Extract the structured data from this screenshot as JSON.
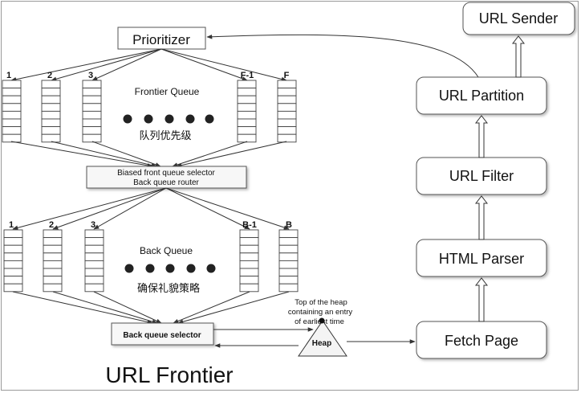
{
  "prioritizer": {
    "label": "Prioritizer"
  },
  "frontier_queues": {
    "labels": [
      "1",
      "2",
      "3",
      "F-1",
      "F"
    ],
    "title": "Frontier Queue",
    "subtitle": "队列优先级"
  },
  "front_selector": {
    "line1": "Biased front queue selector",
    "line2": "Back queue router"
  },
  "back_queues": {
    "labels": [
      "1",
      "2",
      "3",
      "B-1",
      "B"
    ],
    "title": "Back Queue",
    "subtitle": "确保礼貌策略"
  },
  "back_selector": {
    "label": "Back queue selector"
  },
  "heap": {
    "label": "Heap",
    "note_line1": "Top of the heap",
    "note_line2": "containing an entry",
    "note_line3": "of earliest time"
  },
  "pipeline": {
    "url_sender": "URL Sender",
    "url_partition": "URL Partition",
    "url_filter": "URL Filter",
    "html_parser": "HTML Parser",
    "fetch_page": "Fetch Page"
  },
  "caption": "URL Frontier"
}
